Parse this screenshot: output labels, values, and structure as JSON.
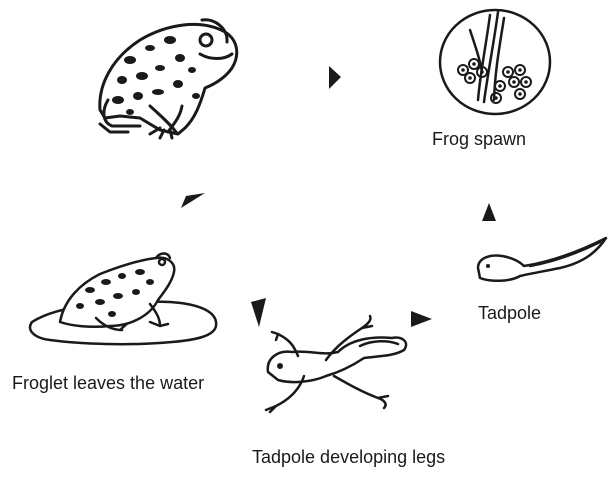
{
  "stages": {
    "adult_frog": {
      "icon": "adult-frog-icon"
    },
    "frog_spawn": {
      "label": "Frog spawn",
      "icon": "frog-spawn-icon"
    },
    "tadpole": {
      "label": "Tadpole",
      "icon": "tadpole-icon"
    },
    "tadpole_legs": {
      "label": "Tadpole developing legs",
      "icon": "tadpole-with-legs-icon"
    },
    "froglet": {
      "label": "Froglet leaves the water",
      "icon": "froglet-icon"
    }
  },
  "arrows": [
    "arrow-right-icon",
    "arrow-up-icon",
    "arrow-left-icon",
    "arrow-down-left-icon",
    "arrow-up-right-icon"
  ],
  "colors": {
    "ink": "#1a1a1a",
    "background": "#ffffff"
  }
}
